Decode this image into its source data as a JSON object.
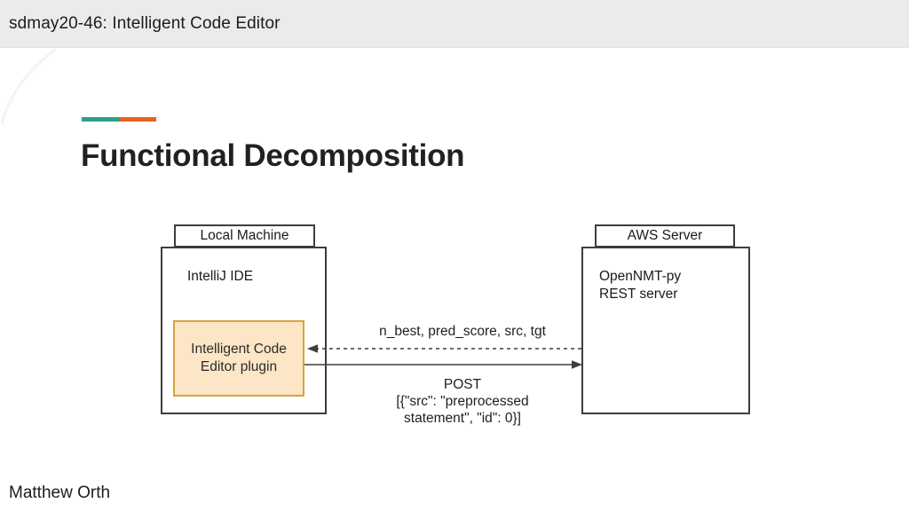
{
  "header": {
    "title": "sdmay20-46: Intelligent Code Editor"
  },
  "slide": {
    "title": "Functional Decomposition",
    "footer_author": "Matthew Orth",
    "accent_teal": "#2F9E8F",
    "accent_orange": "#E8611F",
    "header_bg": "#EAEBEC"
  },
  "diagram": {
    "local_machine": {
      "label": "Local Machine",
      "ide": "IntelliJ IDE",
      "plugin_line1": "Intelligent Code",
      "plugin_line2": "Editor plugin",
      "plugin_fill": "#FCE6C5",
      "plugin_border": "#D8A23E"
    },
    "aws_server": {
      "label": "AWS Server",
      "service_line1": "OpenNMT-py",
      "service_line2": "REST server"
    },
    "arrows": {
      "response_label": "n_best, pred_score, src, tgt",
      "request_line1": "POST",
      "request_line2": "[{\"src\": \"preprocessed",
      "request_line3": "statement\", \"id\": 0}]",
      "line_color": "#3d3d3d"
    }
  }
}
